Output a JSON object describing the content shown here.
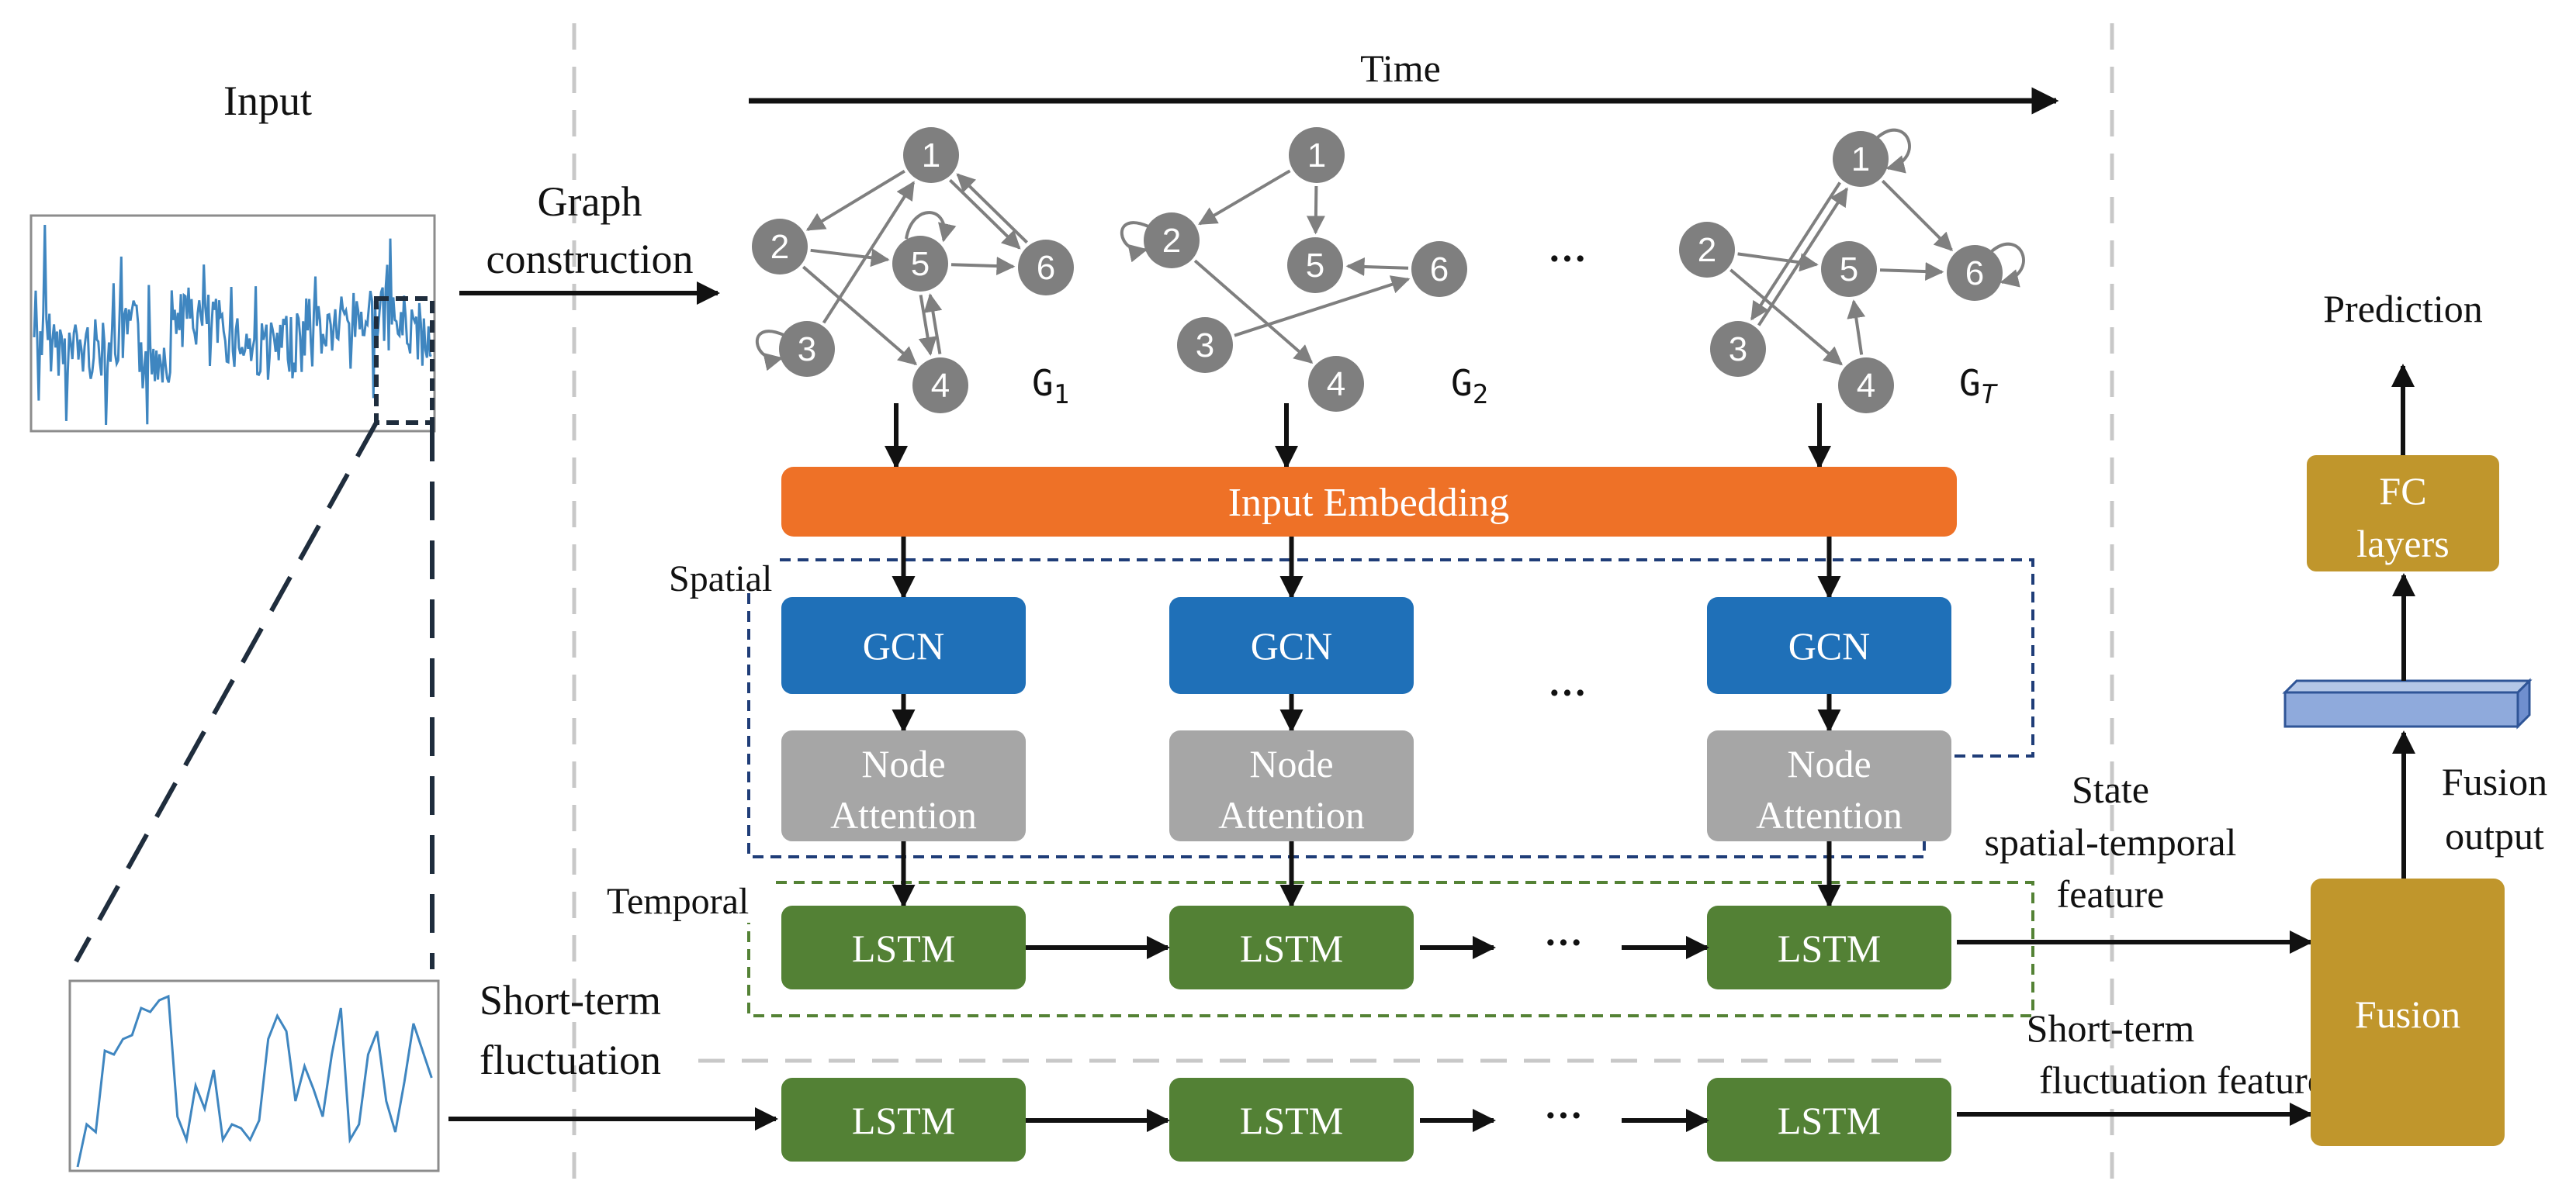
{
  "header": {
    "time_label": "Time",
    "input_label": "Input"
  },
  "left": {
    "graph_construction": [
      "Graph",
      "construction"
    ],
    "short_term": [
      "Short-term",
      "fluctuation"
    ]
  },
  "graphs": [
    {
      "label": "G",
      "subscript": "1",
      "node_labels": [
        "1",
        "2",
        "3",
        "4",
        "5",
        "6"
      ]
    },
    {
      "label": "G",
      "subscript": "2",
      "node_labels": [
        "1",
        "2",
        "3",
        "4",
        "5",
        "6"
      ]
    },
    {
      "label": "G",
      "subscript": "T",
      "node_labels": [
        "1",
        "2",
        "3",
        "4",
        "5",
        "6"
      ]
    }
  ],
  "ellipsis": "···",
  "embedding": {
    "label": "Input Embedding",
    "color": "#ee7127"
  },
  "spatial": {
    "label": "Spatial",
    "color": "#1f3d78"
  },
  "temporal": {
    "label": "Temporal",
    "color": "#548235"
  },
  "gcn": {
    "label": "GCN",
    "color": "#1f70b8"
  },
  "node_attention": {
    "label": [
      "Node",
      "Attention"
    ],
    "color": "#a6a6a6"
  },
  "lstm": {
    "label": "LSTM",
    "color": "#538135"
  },
  "right": {
    "state_feature": [
      "State",
      "spatial-temporal",
      "feature"
    ],
    "short_term_feature": [
      "Short-term",
      "fluctuation feature"
    ],
    "fusion": {
      "label": "Fusion",
      "color": "#c0962c"
    },
    "fusion_output": [
      "Fusion",
      "output"
    ],
    "fc": {
      "label": [
        "FC",
        "layers"
      ],
      "color": "#c0962c"
    },
    "prediction": "Prediction",
    "vector_color": "#8faadc"
  }
}
